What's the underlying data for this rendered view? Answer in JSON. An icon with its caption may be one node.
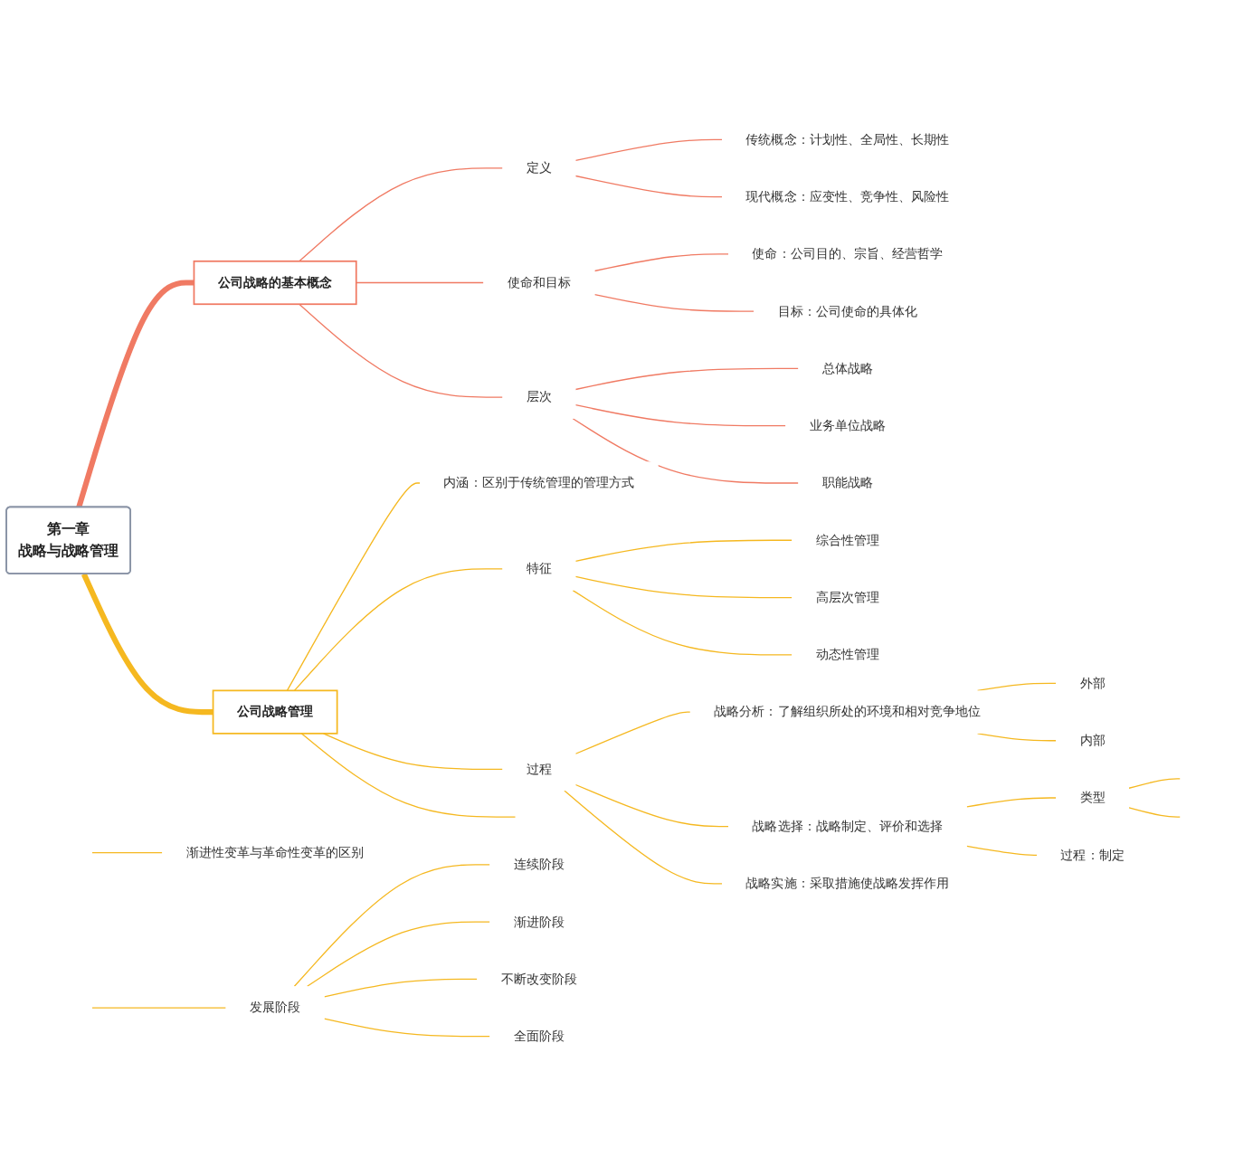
{
  "diagram": {
    "nodes": [
      {
        "text": [
          "第一章",
          "战略与战略管理"
        ]
      },
      {
        "text": [
          "公司战略的基本概念"
        ]
      },
      {
        "text": [
          "定义"
        ]
      },
      {
        "text": [
          "传统概念：计划性、全局性、长期性"
        ]
      },
      {
        "text": [
          "现代概念：应变性、竞争性、风险性"
        ]
      },
      {
        "text": [
          "使命和目标"
        ]
      },
      {
        "text": [
          "使命：公司目的、宗旨、经营哲学"
        ]
      },
      {
        "text": [
          "目标：公司使命的具体化"
        ]
      },
      {
        "text": [
          "层次"
        ]
      },
      {
        "text": [
          "总体战略"
        ]
      },
      {
        "text": [
          "业务单位战略"
        ]
      },
      {
        "text": [
          "职能战略"
        ]
      },
      {
        "text": [
          "公司战略管理"
        ]
      },
      {
        "text": [
          "内涵：区别于传统管理的管理方式"
        ]
      },
      {
        "text": [
          "特征"
        ]
      },
      {
        "text": [
          "综合性管理"
        ]
      },
      {
        "text": [
          "高层次管理"
        ]
      },
      {
        "text": [
          "动态性管理"
        ]
      },
      {
        "text": [
          "过程"
        ]
      },
      {
        "text": [
          "战略分析：了解组织所处的环境和相对竞争地位"
        ]
      },
      {
        "text": [
          "外部"
        ]
      },
      {
        "text": [
          "内部"
        ]
      },
      {
        "text": [
          "战略选择：战略制定、评价和选择"
        ]
      },
      {
        "text": [
          "类型"
        ]
      },
      {
        "text": [
          "过程：制定"
        ]
      },
      {
        "text": [
          "战略实施：采取措施使战略发挥作用"
        ]
      },
      {
        "text": [
          "渐进性变革与革命性变革的区别"
        ]
      },
      {
        "text": [
          "发展阶段"
        ]
      },
      {
        "text": [
          "连续阶段"
        ]
      },
      {
        "text": [
          "渐进阶段"
        ]
      },
      {
        "text": [
          "不断改变阶段"
        ]
      },
      {
        "text": [
          "全面阶段"
        ]
      }
    ],
    "edges": [
      {
        "from": 0,
        "to": 1,
        "arrow": "none",
        "style": "thick",
        "color": "#f07a63"
      },
      {
        "from": 1,
        "to": 2,
        "arrow": "none",
        "color": "#f07a63"
      },
      {
        "from": 2,
        "to": 3,
        "arrow": "none",
        "color": "#f07a63"
      },
      {
        "from": 2,
        "to": 4,
        "arrow": "none",
        "color": "#f07a63"
      },
      {
        "from": 1,
        "to": 5,
        "arrow": "none",
        "color": "#f07a63"
      },
      {
        "from": 5,
        "to": 6,
        "arrow": "none",
        "color": "#f07a63"
      },
      {
        "from": 5,
        "to": 7,
        "arrow": "none",
        "color": "#f07a63"
      },
      {
        "from": 1,
        "to": 8,
        "arrow": "none",
        "color": "#f07a63"
      },
      {
        "from": 8,
        "to": 9,
        "arrow": "none",
        "color": "#f07a63"
      },
      {
        "from": 8,
        "to": 10,
        "arrow": "none",
        "color": "#f07a63"
      },
      {
        "from": 8,
        "to": 11,
        "arrow": "none",
        "color": "#f07a63"
      },
      {
        "from": 0,
        "to": 12,
        "arrow": "none",
        "style": "thick"
      },
      {
        "from": 12,
        "to": 13,
        "arrow": "none"
      },
      {
        "from": 12,
        "to": 14,
        "arrow": "none"
      },
      {
        "from": 14,
        "to": 15,
        "arrow": "none"
      },
      {
        "from": 14,
        "to": 16,
        "arrow": "none"
      },
      {
        "from": 14,
        "to": 17,
        "arrow": "none"
      },
      {
        "from": 12,
        "to": 18,
        "arrow": "none"
      },
      {
        "from": 18,
        "to": 19,
        "arrow": "none"
      },
      {
        "from": 19,
        "to": 20,
        "arrow": "none"
      },
      {
        "from": 19,
        "to": 21,
        "arrow": "none"
      },
      {
        "from": 18,
        "to": 22,
        "arrow": "none"
      },
      {
        "from": 22,
        "to": 23,
        "arrow": "none"
      },
      {
        "from": 22,
        "to": 24,
        "arrow": "none"
      },
      {
        "from": 18,
        "to": 25,
        "arrow": "none"
      },
      {
        "from": 12,
        "to": null,
        "arrow": "none"
      },
      {
        "from": null,
        "to": 26,
        "arrow": "none"
      },
      {
        "from": null,
        "to": 27,
        "arrow": "none"
      },
      {
        "from": 27,
        "to": 28,
        "arrow": "none"
      },
      {
        "from": 27,
        "to": 29,
        "arrow": "none"
      },
      {
        "from": 27,
        "to": 30,
        "arrow": "none"
      },
      {
        "from": 27,
        "to": 31,
        "arrow": "none"
      },
      {
        "from": 23,
        "to": null,
        "arrow": "none"
      },
      {
        "from": 23,
        "to": null,
        "arrow": "none"
      }
    ]
  }
}
